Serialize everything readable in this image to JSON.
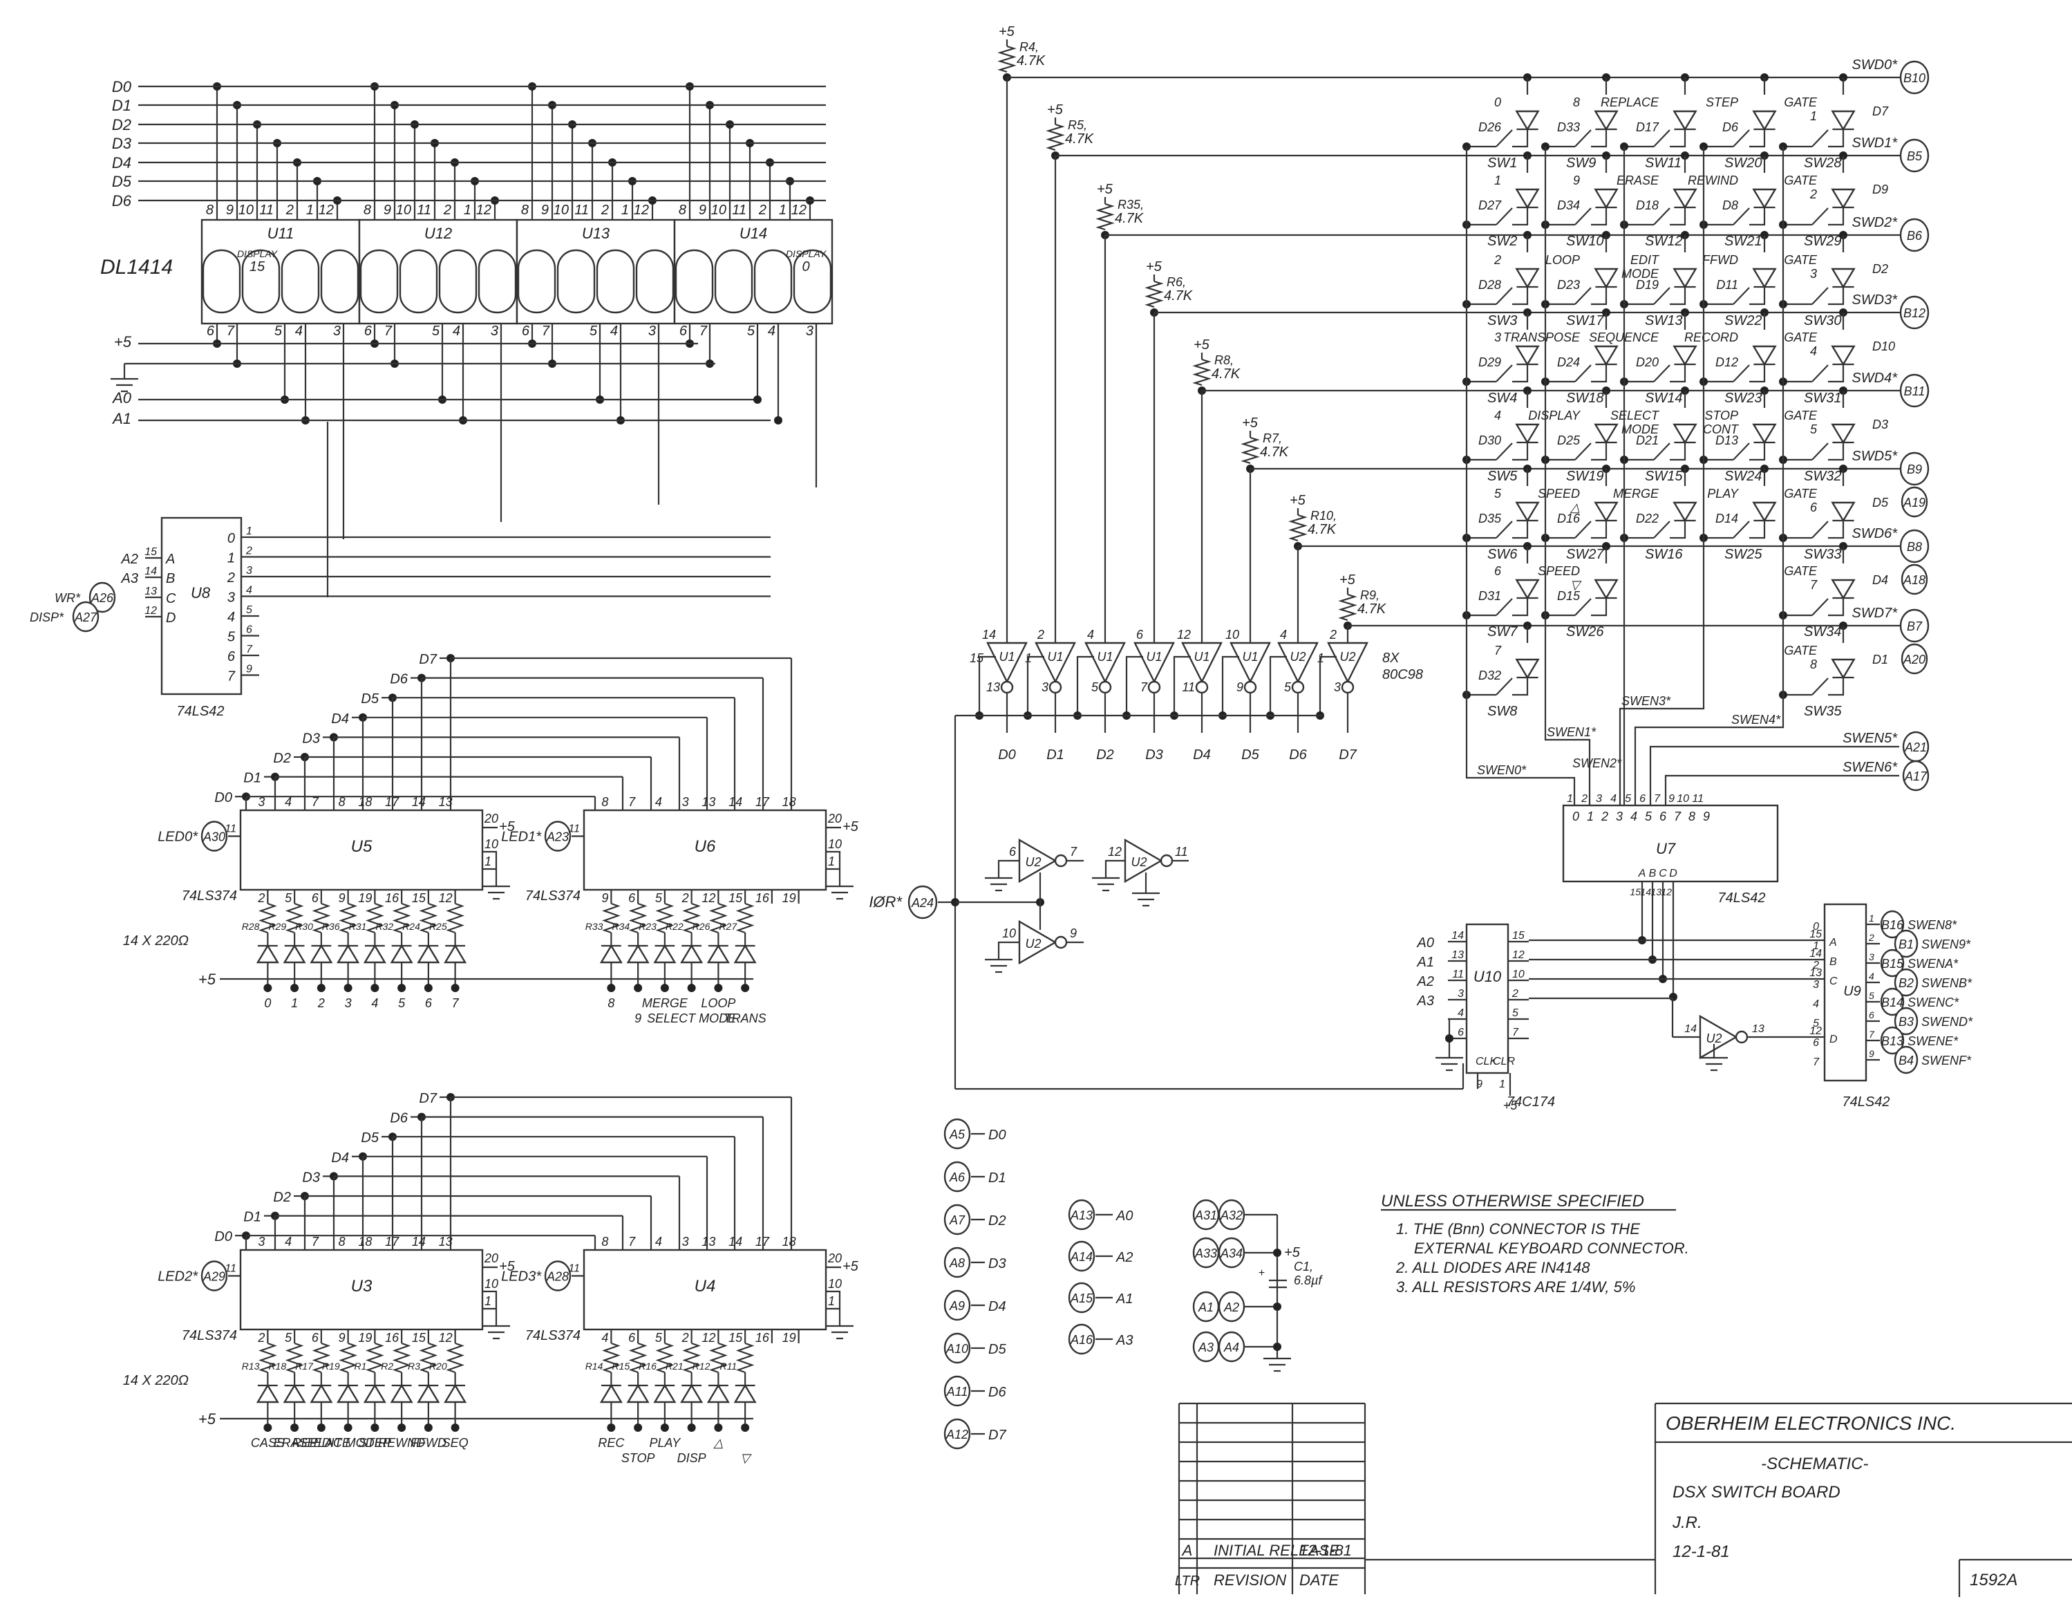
{
  "title_block": {
    "company": "OBERHEIM ELECTRONICS INC.",
    "doc_type": "-SCHEMATIC-",
    "board": "DSX SWITCH BOARD",
    "drawn_by": "J.R.",
    "date": "12-1-81",
    "drawing_number": "1592A",
    "revisions_header": {
      "ltr": "LTR",
      "revision": "REVISION",
      "date": "DATE"
    },
    "revisions": [
      {
        "ltr": "A",
        "revision": "INITIAL RELEASE",
        "date": "12-1-81"
      }
    ]
  },
  "notes": {
    "heading": "UNLESS OTHERWISE SPECIFIED",
    "items": [
      "1. THE (Bnn) CONNECTOR IS THE",
      "EXTERNAL KEYBOARD CONNECTOR.",
      "2. ALL DIODES ARE IN4148",
      "3. ALL RESISTORS ARE 1/4W, 5%"
    ]
  },
  "display": {
    "part": "DL1414",
    "chips": [
      "U11",
      "U12",
      "U13",
      "U14"
    ],
    "left_label": "DISPLAY 15",
    "right_label": "DISPLAY 0",
    "top_pins": [
      "8",
      "9",
      "10",
      "11",
      "2",
      "1",
      "12"
    ],
    "bottom_pins": [
      "6",
      "7",
      "5",
      "4",
      "3"
    ],
    "bus": [
      "D0",
      "D1",
      "D2",
      "D3",
      "D4",
      "D5",
      "D6"
    ],
    "power": "+5",
    "addr": [
      "A0",
      "A1"
    ]
  },
  "u8": {
    "ref": "U8",
    "part": "74LS42",
    "inputs": [
      {
        "sig": "A2",
        "pin": "15",
        "port": "A"
      },
      {
        "sig": "A3",
        "pin": "14",
        "port": "B"
      },
      {
        "sig": "WR*",
        "conn": "A26",
        "pin": "13",
        "port": "C"
      },
      {
        "sig": "DISP*",
        "conn": "A27",
        "pin": "12",
        "port": "D"
      }
    ],
    "outputs": [
      {
        "n": "0",
        "pin": "1"
      },
      {
        "n": "1",
        "pin": "2"
      },
      {
        "n": "2",
        "pin": "3"
      },
      {
        "n": "3",
        "pin": "4"
      },
      {
        "n": "4",
        "pin": "5"
      },
      {
        "n": "5",
        "pin": "6"
      },
      {
        "n": "6",
        "pin": "7"
      },
      {
        "n": "7",
        "pin": "9"
      }
    ]
  },
  "latches": [
    {
      "ref": "U5",
      "part": "74LS374",
      "clk": "LED0*",
      "conn": "A30",
      "top_pins": [
        "3",
        "4",
        "7",
        "8",
        "18",
        "17",
        "14",
        "13"
      ],
      "bottom_pins": [
        "2",
        "5",
        "6",
        "9",
        "19",
        "16",
        "15",
        "12"
      ],
      "resistors": [
        "R28",
        "R29",
        "R30",
        "R36",
        "R31",
        "R32",
        "R24",
        "R25"
      ],
      "leds": [
        "0",
        "1",
        "2",
        "3",
        "4",
        "5",
        "6",
        "7"
      ],
      "rnote": "14 X 220Ω"
    },
    {
      "ref": "U6",
      "part": "74LS374",
      "clk": "LED1*",
      "conn": "A23",
      "top_pins": [
        "8",
        "7",
        "4",
        "3",
        "13",
        "14",
        "17",
        "18"
      ],
      "bottom_pins": [
        "9",
        "6",
        "5",
        "2",
        "12",
        "15",
        "16",
        "19"
      ],
      "resistors": [
        "R33",
        "R34",
        "R23",
        "R22",
        "R26",
        "R27"
      ],
      "leds": [
        "8",
        "9",
        "MERGE",
        "SELECT MODE",
        "LOOP",
        "TRANS"
      ]
    },
    {
      "ref": "U3",
      "part": "74LS374",
      "clk": "LED2*",
      "conn": "A29",
      "top_pins": [
        "3",
        "4",
        "7",
        "8",
        "18",
        "17",
        "14",
        "13"
      ],
      "bottom_pins": [
        "2",
        "5",
        "6",
        "9",
        "19",
        "16",
        "15",
        "12"
      ],
      "resistors": [
        "R13",
        "R18",
        "R17",
        "R19",
        "R1",
        "R2",
        "R3",
        "R20"
      ],
      "leds": [
        "CASS",
        "ERASE",
        "REPLACE",
        "EDIT MODE",
        "STEP",
        "REWND",
        "FFWD",
        "SEQ"
      ],
      "rnote": "14 X 220Ω"
    },
    {
      "ref": "U4",
      "part": "74LS374",
      "clk": "LED3*",
      "conn": "A28",
      "top_pins": [
        "8",
        "7",
        "4",
        "3",
        "13",
        "14",
        "17",
        "18"
      ],
      "bottom_pins": [
        "4",
        "6",
        "5",
        "2",
        "12",
        "15",
        "16",
        "19"
      ],
      "resistors": [
        "R14",
        "R15",
        "R16",
        "R21",
        "R12",
        "R11"
      ],
      "leds": [
        "REC",
        "STOP",
        "PLAY",
        "DISP",
        "△",
        "▽"
      ]
    }
  ],
  "pullups": [
    {
      "ref": "R4",
      "value": "4.7K"
    },
    {
      "ref": "R5",
      "value": "4.7K"
    },
    {
      "ref": "R35",
      "value": "4.7K"
    },
    {
      "ref": "R6",
      "value": "4.7K"
    },
    {
      "ref": "R8",
      "value": "4.7K"
    },
    {
      "ref": "R7",
      "value": "4.7K"
    },
    {
      "ref": "R10",
      "value": "4.7K"
    },
    {
      "ref": "R9",
      "value": "4.7K"
    }
  ],
  "buffers": {
    "part": "8X 80C98",
    "gates": [
      {
        "u": "U1",
        "in": "14",
        "en": "15",
        "out": "13",
        "bus": "D0"
      },
      {
        "u": "U1",
        "in": "2",
        "en": "1",
        "out": "3",
        "bus": "D1"
      },
      {
        "u": "U1",
        "in": "4",
        "en": "",
        "out": "5",
        "bus": "D2"
      },
      {
        "u": "U1",
        "in": "6",
        "en": "",
        "out": "7",
        "bus": "D3"
      },
      {
        "u": "U1",
        "in": "12",
        "en": "",
        "out": "11",
        "bus": "D4"
      },
      {
        "u": "U1",
        "in": "10",
        "en": "",
        "out": "9",
        "bus": "D5"
      },
      {
        "u": "U2",
        "in": "4",
        "en": "",
        "out": "5",
        "bus": "D6"
      },
      {
        "u": "U2",
        "in": "2",
        "en": "1",
        "out": "3",
        "bus": "D7"
      }
    ],
    "ior": "IØR*",
    "ior_conn": "A24"
  },
  "spare_gates": [
    {
      "u": "U2",
      "in": "6",
      "out": "7"
    },
    {
      "u": "U2",
      "in": "12",
      "out": "11"
    },
    {
      "u": "U2",
      "in": "10",
      "out": "9"
    }
  ],
  "matrix": {
    "rows": [
      {
        "sig": "SWD0*",
        "conn": "B10"
      },
      {
        "sig": "SWD1*",
        "conn": "B5"
      },
      {
        "sig": "SWD2*",
        "conn": "B6"
      },
      {
        "sig": "SWD3*",
        "conn": "B12"
      },
      {
        "sig": "SWD4*",
        "conn": "B11"
      },
      {
        "sig": "SWD5*",
        "conn": "B9",
        "conn2": "A19"
      },
      {
        "sig": "SWD6*",
        "conn": "B8",
        "conn2": "A18"
      },
      {
        "sig": "SWD7*",
        "conn": "B7",
        "conn2": "A20"
      }
    ],
    "columns": [
      {
        "en": "SWEN0*",
        "keys": [
          [
            "0",
            "D26",
            "SW1"
          ],
          [
            "1",
            "D27",
            "SW2"
          ],
          [
            "2",
            "D28",
            "SW3"
          ],
          [
            "3",
            "D29",
            "SW4"
          ],
          [
            "4",
            "D30",
            "SW5"
          ],
          [
            "5",
            "D35",
            "SW6"
          ],
          [
            "6",
            "D31",
            "SW7"
          ],
          [
            "7",
            "D32",
            "SW8"
          ]
        ]
      },
      {
        "en": "SWEN1*",
        "keys": [
          [
            "8",
            "D33",
            "SW9"
          ],
          [
            "9",
            "D34",
            "SW10"
          ],
          [
            "LOOP",
            "D23",
            "SW17"
          ],
          [
            "TRANSPOSE",
            "D24",
            "SW18"
          ],
          [
            "DISPLAY",
            "D25",
            "SW19"
          ],
          [
            "SPEED △",
            "D16",
            "SW27"
          ],
          [
            "SPEED ▽",
            "D15",
            "SW26"
          ]
        ]
      },
      {
        "en": "SWEN2*",
        "keys": [
          [
            "REPLACE",
            "D17",
            "SW11"
          ],
          [
            "ERASE",
            "D18",
            "SW12"
          ],
          [
            "EDIT MODE",
            "D19",
            "SW13"
          ],
          [
            "SEQUENCE",
            "D20",
            "SW14"
          ],
          [
            "SELECT MODE",
            "D21",
            "SW15"
          ],
          [
            "MERGE",
            "D22",
            "SW16"
          ]
        ]
      },
      {
        "en": "SWEN3*",
        "keys": [
          [
            "STEP",
            "D6",
            "SW20"
          ],
          [
            "REWIND",
            "D8",
            "SW21"
          ],
          [
            "FFWD",
            "D11",
            "SW22"
          ],
          [
            "RECORD",
            "D12",
            "SW23"
          ],
          [
            "STOP CONT",
            "D13",
            "SW24"
          ],
          [
            "PLAY",
            "D14",
            "SW25"
          ]
        ]
      },
      {
        "en": "SWEN4*",
        "keys": [
          [
            "GATE 1",
            "D7",
            "SW28"
          ],
          [
            "GATE 2",
            "D9",
            "SW29"
          ],
          [
            "GATE 3",
            "D2",
            "SW30"
          ],
          [
            "GATE 4",
            "D10",
            "SW31"
          ],
          [
            "GATE 5",
            "D3",
            "SW32"
          ],
          [
            "GATE 6",
            "D5",
            "SW33"
          ],
          [
            "GATE 7",
            "D4",
            "SW34"
          ],
          [
            "GATE 8",
            "D1",
            "SW35"
          ]
        ]
      }
    ],
    "ext_enables": [
      {
        "sig": "SWEN5*",
        "conn": "A21"
      },
      {
        "sig": "SWEN6*",
        "conn": "A17"
      }
    ]
  },
  "u7": {
    "ref": "U7",
    "part": "74LS42",
    "top_pins": [
      "1",
      "2",
      "3",
      "4",
      "5",
      "6",
      "7",
      "9",
      "10",
      "11"
    ],
    "outs": [
      "0",
      "1",
      "2",
      "3",
      "4",
      "5",
      "6",
      "7",
      "8",
      "9"
    ],
    "inputs": [
      [
        "A",
        "15"
      ],
      [
        "B",
        "14"
      ],
      [
        "C",
        "13"
      ],
      [
        "D",
        "12"
      ]
    ]
  },
  "u10": {
    "ref": "U10",
    "part": "74C174",
    "in": [
      [
        "A0",
        "14"
      ],
      [
        "A1",
        "13"
      ],
      [
        "A2",
        "11"
      ],
      [
        "A3",
        "3"
      ]
    ],
    "out": [
      "15",
      "12",
      "10",
      "2",
      "5",
      "7"
    ],
    "gnd_pins": [
      "4",
      "6"
    ],
    "clk": "CLK",
    "clk_pin": "9",
    "clr": "CLR",
    "clr_pin": "1",
    "clr_sup": "+5"
  },
  "u9": {
    "ref": "U9",
    "part": "74LS42",
    "in": [
      [
        "A",
        "15"
      ],
      [
        "B",
        "14"
      ],
      [
        "C",
        "13"
      ],
      [
        "D",
        "12"
      ]
    ],
    "inv": {
      "u": "U2",
      "in": "14",
      "out": "13",
      "en": "15"
    },
    "outs": [
      {
        "n": "0",
        "pin": "1",
        "conn": "B16",
        "sig": "SWEN8*"
      },
      {
        "n": "1",
        "pin": "2",
        "conn": "B1",
        "sig": "SWEN9*"
      },
      {
        "n": "2",
        "pin": "3",
        "conn": "B15",
        "sig": "SWENA*"
      },
      {
        "n": "3",
        "pin": "4",
        "conn": "B2",
        "sig": "SWENB*"
      },
      {
        "n": "4",
        "pin": "5",
        "conn": "B14",
        "sig": "SWENC*"
      },
      {
        "n": "5",
        "pin": "6",
        "conn": "B3",
        "sig": "SWEND*"
      },
      {
        "n": "6",
        "pin": "7",
        "conn": "B13",
        "sig": "SWENE*"
      },
      {
        "n": "7",
        "pin": "9",
        "conn": "B4",
        "sig": "SWENF*"
      }
    ]
  },
  "connectors": {
    "data": [
      [
        "A5",
        "D0"
      ],
      [
        "A6",
        "D1"
      ],
      [
        "A7",
        "D2"
      ],
      [
        "A8",
        "D3"
      ],
      [
        "A9",
        "D4"
      ],
      [
        "A10",
        "D5"
      ],
      [
        "A11",
        "D6"
      ],
      [
        "A12",
        "D7"
      ]
    ],
    "addr": [
      [
        "A13",
        "A0"
      ],
      [
        "A14",
        "A2"
      ],
      [
        "A15",
        "A1"
      ],
      [
        "A16",
        "A3"
      ]
    ],
    "power": {
      "pos": [
        [
          "A31",
          "A32"
        ],
        [
          "A33",
          "A34"
        ]
      ],
      "gnd": [
        [
          "A1",
          "A2"
        ],
        [
          "A3",
          "A4"
        ]
      ],
      "supply": "+5",
      "cap": "C1",
      "cap_value": "6.8µf"
    }
  }
}
